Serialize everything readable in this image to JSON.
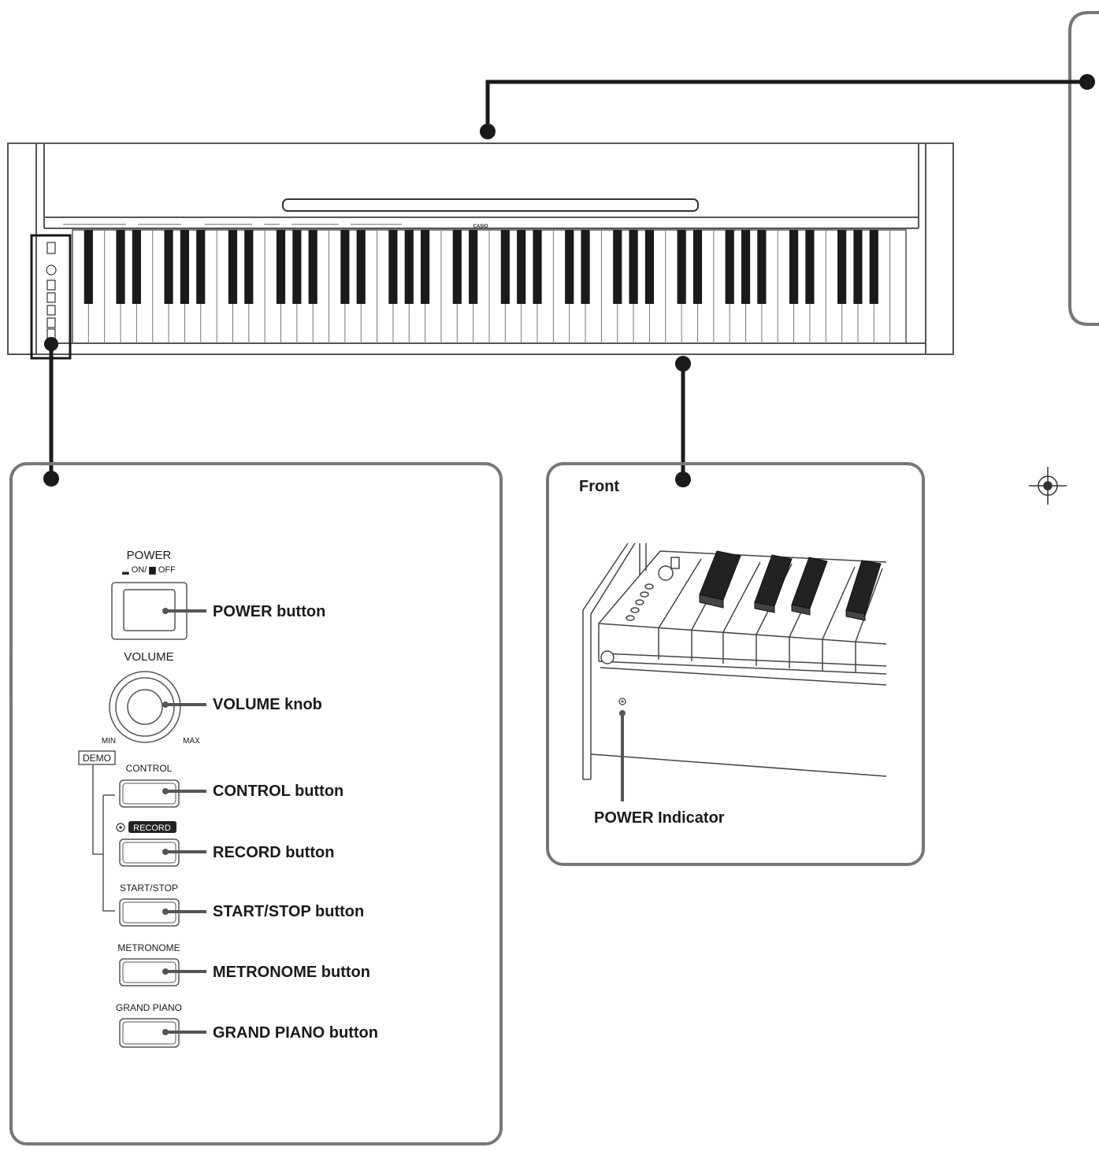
{
  "brand": "CASIO",
  "panel_labels": {
    "power": "POWER",
    "power_sub": "▂ ON/ ▆ OFF",
    "volume": "VOLUME",
    "min": "MIN",
    "max": "MAX",
    "demo": "DEMO",
    "control": "CONTROL",
    "record": "RECORD",
    "start_stop": "START/STOP",
    "metronome": "METRONOME",
    "grand_piano": "GRAND PIANO"
  },
  "callouts": {
    "power_button": "POWER button",
    "volume_knob": "VOLUME knob",
    "control_button": "CONTROL button",
    "record_button": "RECORD button",
    "start_stop_button": "START/STOP button",
    "metronome_button": "METRONOME button",
    "grand_piano_button": "GRAND PIANO button"
  },
  "front": {
    "title": "Front",
    "power_indicator": "POWER Indicator"
  }
}
